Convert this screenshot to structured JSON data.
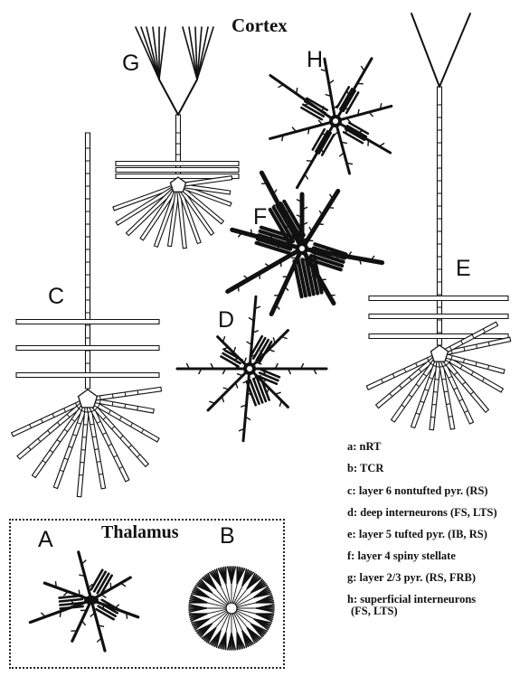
{
  "titles": {
    "cortex": "Cortex",
    "thalamus": "Thalamus"
  },
  "panel_letters": {
    "a": "A",
    "b": "B",
    "c": "C",
    "d": "D",
    "e": "E",
    "f": "F",
    "g": "G",
    "h": "H"
  },
  "legend": [
    {
      "key": "a",
      "text": "a: nRT"
    },
    {
      "key": "b",
      "text": "b: TCR"
    },
    {
      "key": "c",
      "text": "c: layer 6 nontufted pyr.  (RS)"
    },
    {
      "key": "d",
      "text": "d: deep interneurons  (FS, LTS)"
    },
    {
      "key": "e",
      "text": "e: layer 5 tufted pyr.  (IB, RS)"
    },
    {
      "key": "f",
      "text": "f: layer 4 spiny stellate"
    },
    {
      "key": "g",
      "text": "g: layer 2/3 pyr.  (RS, FRB)"
    },
    {
      "key": "h",
      "text": "h: superficial interneurons",
      "line2": "(FS, LTS)"
    }
  ],
  "colors": {
    "ink": "#111111",
    "background": "#ffffff"
  }
}
